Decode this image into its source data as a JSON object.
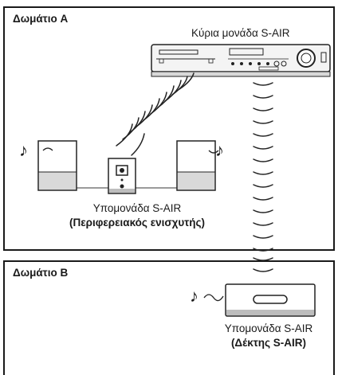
{
  "room_a": {
    "label": "Δωμάτιο A",
    "main_unit_label": "Κύρια μονάδα S-AIR",
    "sub_unit_label": "Υπομονάδα S-AIR",
    "sub_unit_role": "(Περιφερειακός ενισχυτής)"
  },
  "room_b": {
    "label": "Δωμάτιο B",
    "sub_unit_label": "Υπομονάδα S-AIR",
    "sub_unit_role": "(Δέκτης S-AIR)"
  },
  "icons": {
    "music_note": "♪"
  }
}
